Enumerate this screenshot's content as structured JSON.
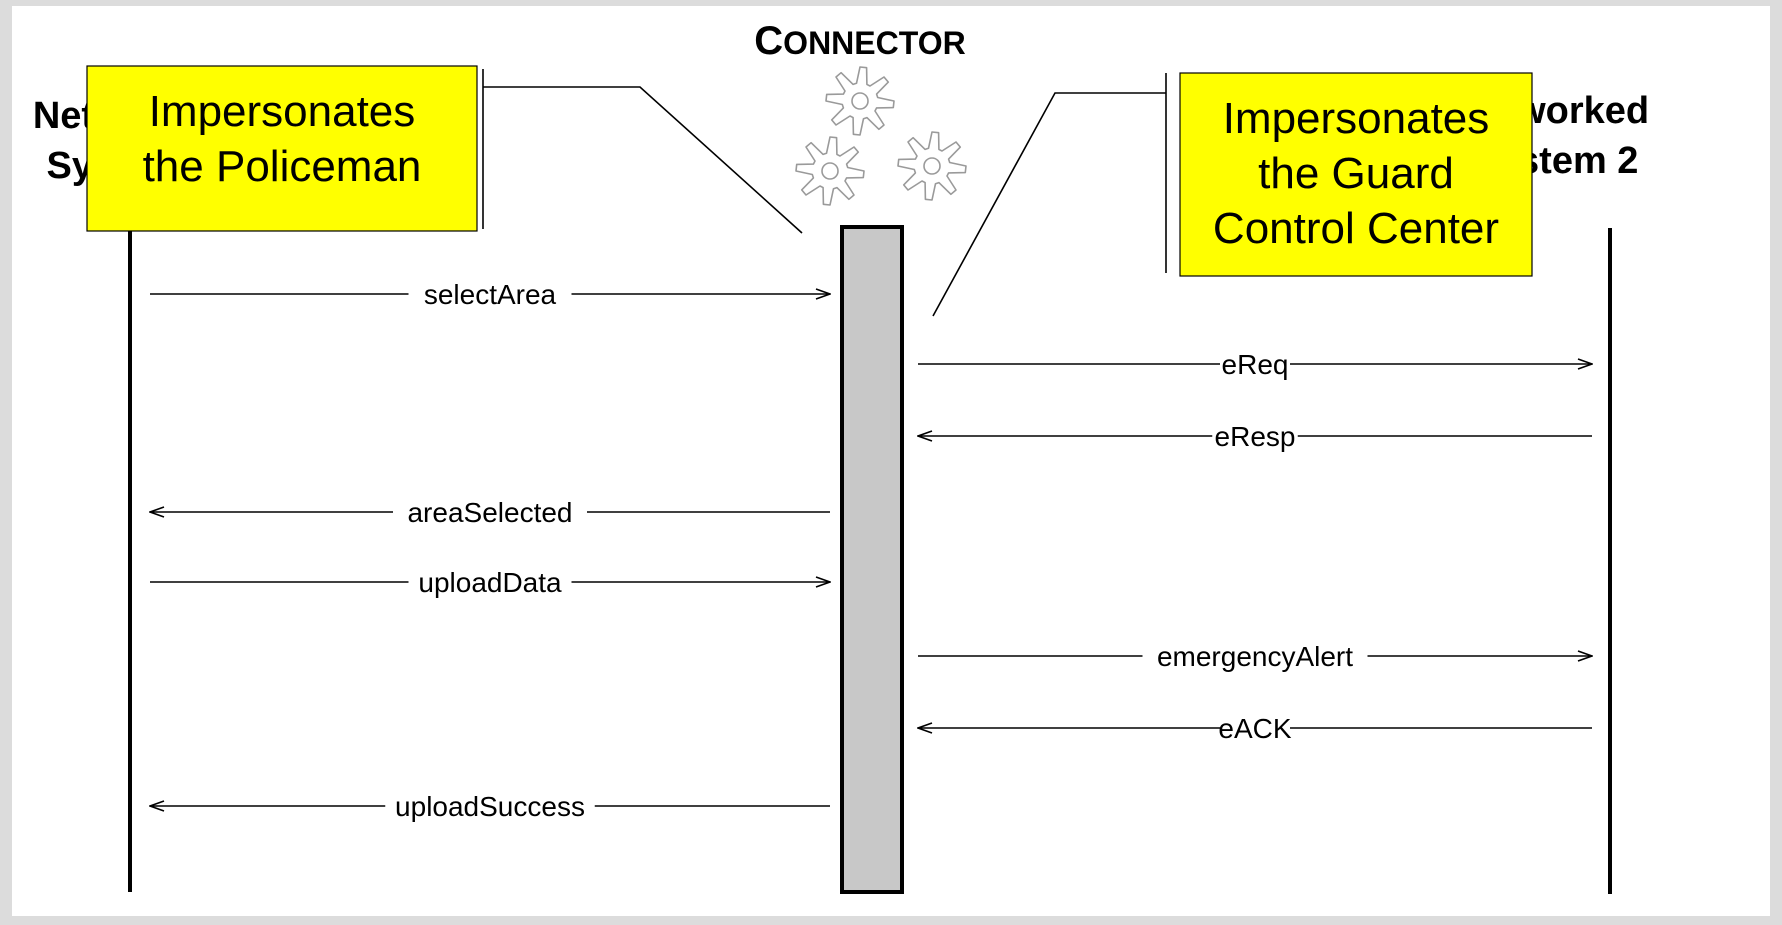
{
  "connector": {
    "title_first": "C",
    "title_rest": "ONNECTOR",
    "gears": [
      "gear-icon",
      "gear-icon",
      "gear-icon"
    ]
  },
  "left_system": {
    "line1": "Networked",
    "line2": "System 1"
  },
  "right_system": {
    "line1": "Networked",
    "line2": "System 2"
  },
  "notes": {
    "left": [
      "Impersonates",
      "the Policeman"
    ],
    "right": [
      "Impersonates",
      "the Guard",
      "Control Center"
    ]
  },
  "messages": [
    {
      "label": "selectArea",
      "from": "left",
      "to": "connector"
    },
    {
      "label": "eReq",
      "from": "connector",
      "to": "right"
    },
    {
      "label": "eResp",
      "from": "right",
      "to": "connector"
    },
    {
      "label": "areaSelected",
      "from": "connector",
      "to": "left"
    },
    {
      "label": "uploadData",
      "from": "left",
      "to": "connector"
    },
    {
      "label": "emergencyAlert",
      "from": "connector",
      "to": "right"
    },
    {
      "label": "eACK",
      "from": "right",
      "to": "connector"
    },
    {
      "label": "uploadSuccess",
      "from": "connector",
      "to": "left"
    }
  ],
  "colors": {
    "note_fill": "#ffff00",
    "activation_fill": "#c8c8c8",
    "background": "#dcdcdc"
  }
}
